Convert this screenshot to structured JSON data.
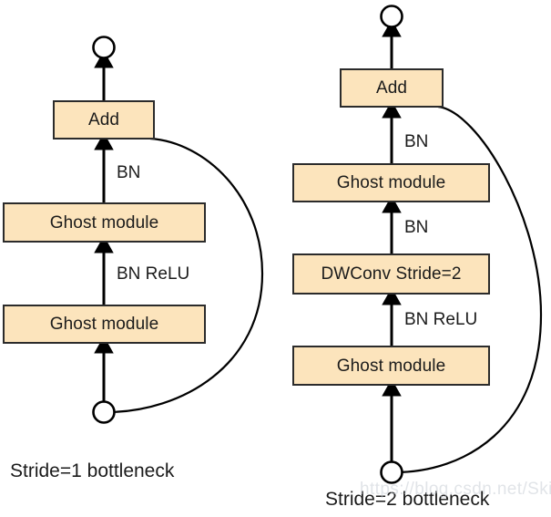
{
  "figure": {
    "background_color": "#ffffff",
    "box_fill_color": "#FCE4BC",
    "box_stroke_color": "#2b2b2b",
    "line_color": "#000000",
    "text_color": "#1b1b1b",
    "watermark_text": "https://blog.csdn.net/Skies_"
  },
  "left_diagram": {
    "caption": "Stride=1 bottleneck",
    "nodes": [
      {
        "id": "l-in",
        "type": "circle",
        "label": ""
      },
      {
        "id": "l-ghost-1",
        "type": "box",
        "label": "Ghost module"
      },
      {
        "id": "l-ghost-2",
        "type": "box",
        "label": "Ghost module"
      },
      {
        "id": "l-add",
        "type": "box",
        "label": "Add"
      },
      {
        "id": "l-out",
        "type": "circle",
        "label": ""
      }
    ],
    "edge_labels": [
      {
        "id": "l-e1",
        "label": "BN ReLU"
      },
      {
        "id": "l-e2",
        "label": "BN"
      }
    ]
  },
  "right_diagram": {
    "caption": "Stride=2 bottleneck",
    "nodes": [
      {
        "id": "r-in",
        "type": "circle",
        "label": ""
      },
      {
        "id": "r-ghost-1",
        "type": "box",
        "label": "Ghost module"
      },
      {
        "id": "r-dwconv",
        "type": "box",
        "label": "DWConv Stride=2"
      },
      {
        "id": "r-ghost-2",
        "type": "box",
        "label": "Ghost module"
      },
      {
        "id": "r-add",
        "type": "box",
        "label": "Add"
      },
      {
        "id": "r-out",
        "type": "circle",
        "label": ""
      }
    ],
    "edge_labels": [
      {
        "id": "r-e1",
        "label": "BN ReLU"
      },
      {
        "id": "r-e2",
        "label": "BN"
      },
      {
        "id": "r-e3",
        "label": "BN"
      }
    ]
  }
}
